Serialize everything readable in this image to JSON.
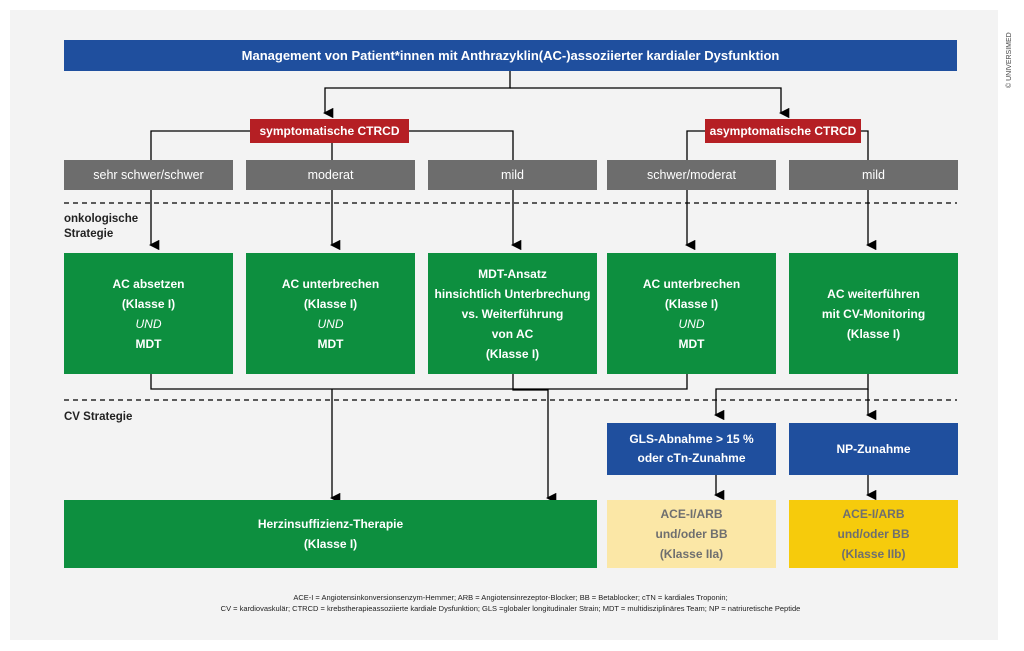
{
  "title": "Management von Patient*innen mit Anthrazyklin(AC-)assoziierter kardialer Dysfunktion",
  "branches": {
    "symptomatic": "symptomatische CTRCD",
    "asymptomatic": "asymptomatische CTRCD"
  },
  "severity": [
    "sehr schwer/schwer",
    "moderat",
    "mild",
    "schwer/moderat",
    "mild"
  ],
  "section_labels": {
    "onco_line1": "onkologische",
    "onco_line2": "Strategie",
    "cv": "CV Strategie"
  },
  "onco": [
    {
      "l1": "AC absetzen",
      "l2": "(Klasse I)",
      "l3": "UND",
      "l4": "MDT"
    },
    {
      "l1": "AC unterbrechen",
      "l2": "(Klasse I)",
      "l3": "UND",
      "l4": "MDT"
    },
    {
      "l1": "MDT-Ansatz",
      "l2": "hinsichtlich Unterbrechung",
      "l3": "vs. Weiterführung",
      "l4": "von AC",
      "l5": "(Klasse I)"
    },
    {
      "l1": "AC unterbrechen",
      "l2": "(Klasse I)",
      "l3": "UND",
      "l4": "MDT"
    },
    {
      "l1": "AC weiterführen",
      "l2": "mit CV-Monitoring",
      "l3": "(Klasse I)"
    }
  ],
  "cv": {
    "gls_l1": "GLS-Abnahme > 15 %",
    "gls_l2": "oder cTn-Zunahme",
    "np": "NP-Zunahme",
    "hf_l1": "Herzinsuffizienz-Therapie",
    "hf_l2": "(Klasse I)",
    "ace1_l1": "ACE-I/ARB",
    "ace1_l2": "und/oder BB",
    "ace1_l3": "(Klasse IIa)",
    "ace2_l1": "ACE-I/ARB",
    "ace2_l2": "und/oder BB",
    "ace2_l3": "(Klasse IIb)"
  },
  "footnote": {
    "line1": "ACE-I = Angiotensinkonversionsenzym-Hemmer; ARB = Angiotensinrezeptor-Blocker; BB = Betablocker; cTN = kardiales Troponin;",
    "line2": "CV = kardiovaskulär; CTRCD = krebstherapieassoziierte kardiale Dysfunktion; GLS =globaler longitudinaler Strain; MDT = multidisziplinäres Team; NP = natriuretische Peptide"
  },
  "copyright": "© UNIVERSIMED"
}
